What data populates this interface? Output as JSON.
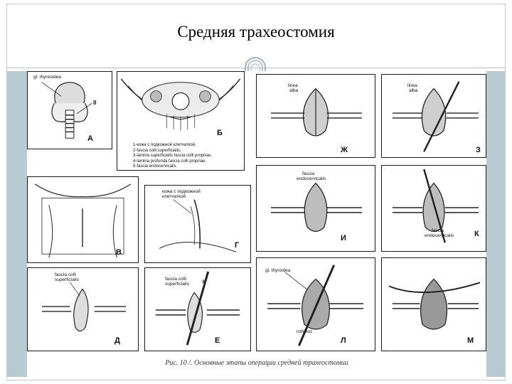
{
  "slide": {
    "title": "Средняя трахеостомия"
  },
  "figure": {
    "caption": "Рис. 10 /. Основные этапы операции средней трахеостомии",
    "panels": {
      "A": {
        "label": "А",
        "annotations": [
          "gl. thyreoidea",
          "II"
        ]
      },
      "B": {
        "label": "Б",
        "legend": [
          "1-кожа с подкожной клетчаткой,",
          "2-fascia colli superficialis,",
          "3-lamina superficialis fascia colli propriae,",
          "4-lamina profunda fascia colli propriae,",
          "5-fascia endocervicalis"
        ]
      },
      "V": {
        "label": "В"
      },
      "G": {
        "label": "Г",
        "annotations": [
          "кожа с подкожной",
          "клетчаткой"
        ]
      },
      "D": {
        "label": "Д",
        "annotations": [
          "fascia colli",
          "superficialis"
        ]
      },
      "E": {
        "label": "Е",
        "annotations": [
          "fascia colli",
          "superficialis",
          "3"
        ]
      },
      "ZH": {
        "label": "Ж",
        "annotations": [
          "linea",
          "alba"
        ]
      },
      "Z": {
        "label": "З",
        "annotations": [
          "linea",
          "alba"
        ]
      },
      "I": {
        "label": "И",
        "annotations": [
          "fascia",
          "endocervicalis"
        ]
      },
      "K": {
        "label": "К",
        "annotations": [
          "fascia",
          "endocervicalis"
        ]
      },
      "L": {
        "label": "Л",
        "annotations": [
          "gl. thyroidea",
          "isthmus"
        ]
      },
      "M": {
        "label": "М"
      }
    }
  },
  "colors": {
    "band": "#b8cbd3",
    "ink": "#1a1a1a"
  }
}
